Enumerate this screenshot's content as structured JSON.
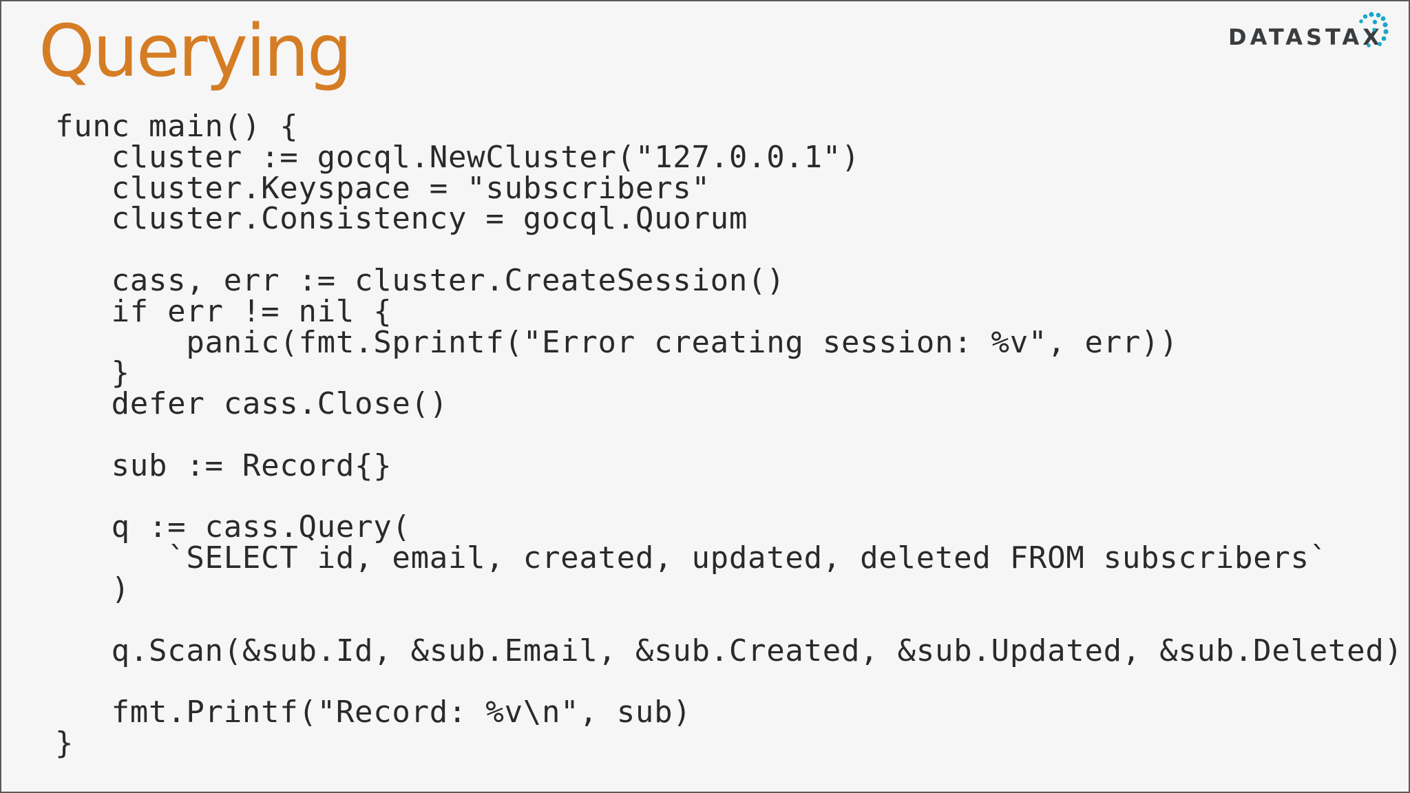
{
  "slide": {
    "title": "Querying",
    "logo_text": "DATASTAX",
    "logo_icon": "datastax-dots-logo",
    "colors": {
      "title": "#d57d24",
      "text": "#2a2a2a",
      "logo_text": "#3a3d40",
      "logo_dots": "#1aa7c9",
      "background": "#f6f6f6"
    },
    "code_lines": [
      "func main() {",
      "   cluster := gocql.NewCluster(\"127.0.0.1\")",
      "   cluster.Keyspace = \"subscribers\"",
      "   cluster.Consistency = gocql.Quorum",
      "",
      "   cass, err := cluster.CreateSession()",
      "   if err != nil {",
      "       panic(fmt.Sprintf(\"Error creating session: %v\", err))",
      "   }",
      "   defer cass.Close()",
      "",
      "   sub := Record{}",
      "",
      "   q := cass.Query(",
      "      `SELECT id, email, created, updated, deleted FROM subscribers`",
      "   )",
      "",
      "   q.Scan(&sub.Id, &sub.Email, &sub.Created, &sub.Updated, &sub.Deleted)",
      "",
      "   fmt.Printf(\"Record: %v\\n\", sub)",
      "}"
    ]
  }
}
